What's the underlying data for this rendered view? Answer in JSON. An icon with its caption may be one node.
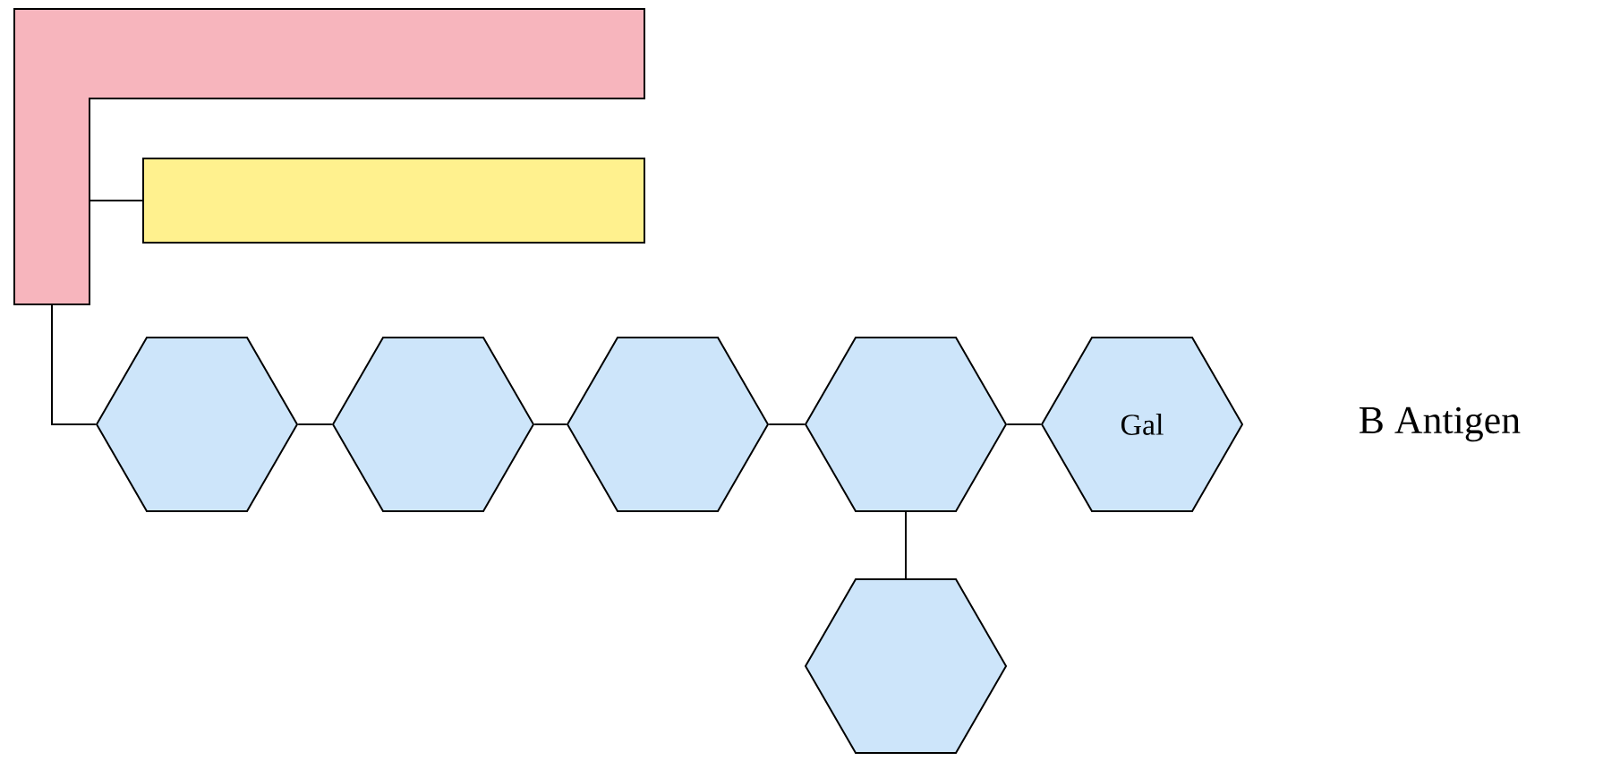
{
  "diagram": {
    "nodes": [
      {
        "text": [],
        "shape": "bar"
      },
      {
        "text": [],
        "shape": "bar"
      },
      {
        "text": [],
        "shape": "hexagon"
      },
      {
        "text": [],
        "shape": "hexagon"
      },
      {
        "text": [],
        "shape": "hexagon"
      },
      {
        "text": [],
        "shape": "hexagon"
      },
      {
        "text": [
          "Gal"
        ]
      },
      {
        "text": [],
        "shape": "hexagon"
      }
    ],
    "edges": [
      {
        "from": 0,
        "to": 1,
        "arrow": "none"
      },
      {
        "from": 0,
        "to": 2,
        "arrow": "none"
      },
      {
        "from": 2,
        "to": 3,
        "arrow": "none"
      },
      {
        "from": 3,
        "to": 4,
        "arrow": "none"
      },
      {
        "from": 4,
        "to": 5,
        "arrow": "none"
      },
      {
        "from": 5,
        "to": 6,
        "arrow": "none"
      },
      {
        "from": 5,
        "to": 7,
        "arrow": "none"
      }
    ],
    "labels": [
      "B Antigen"
    ]
  }
}
